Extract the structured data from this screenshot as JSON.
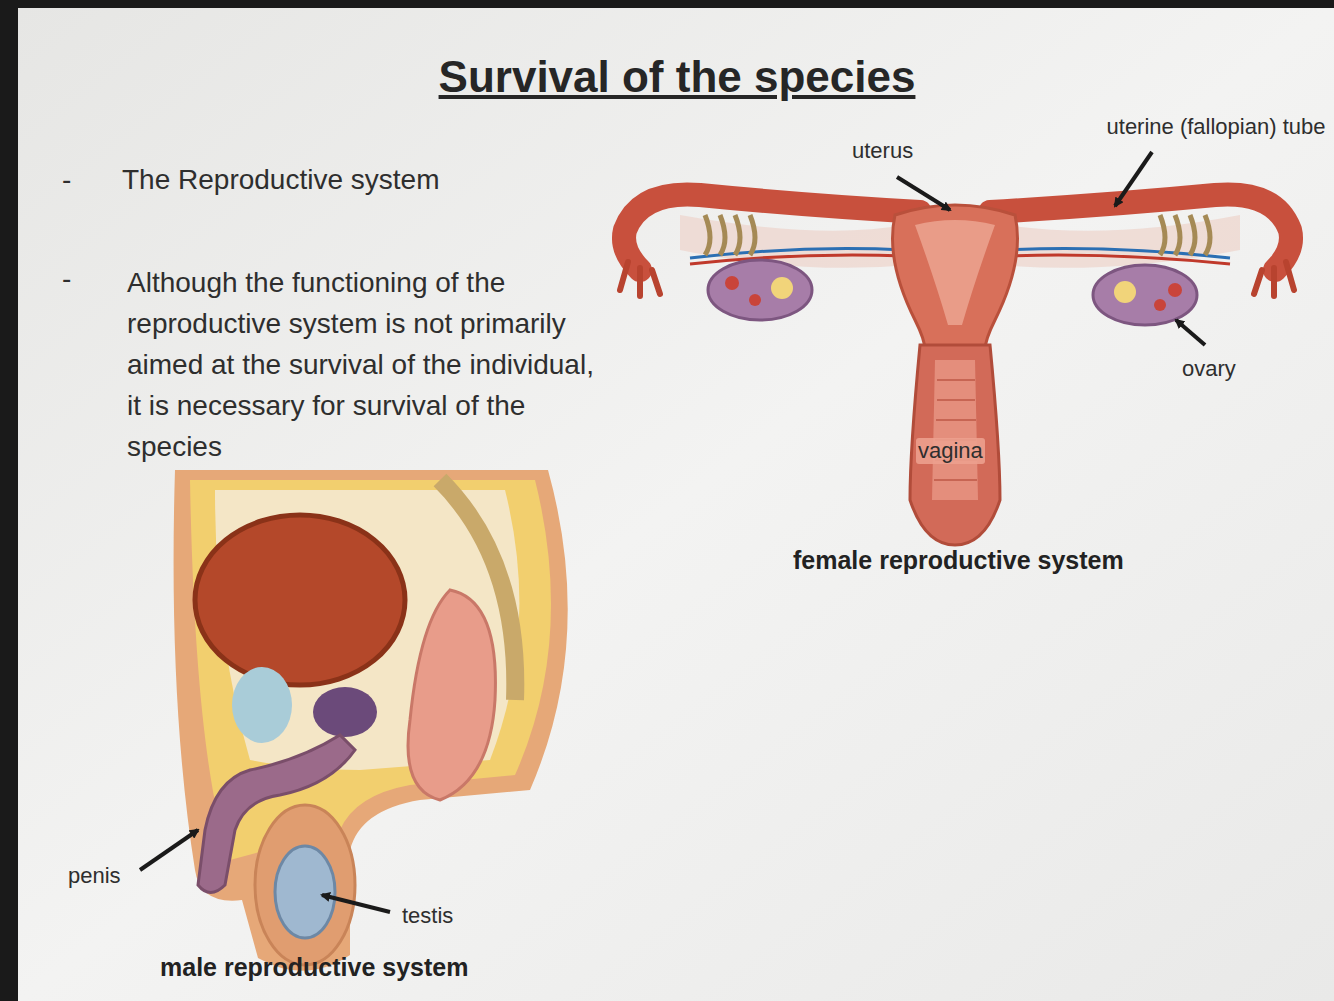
{
  "diagram": {
    "title": "Survival of the species",
    "labels": [
      "-",
      "The Reproductive system",
      "-",
      "Although the functioning of the reproductive system is not primarily aimed at the survival of the individual, it is necessary for survival of the species",
      "uterus",
      "uterine (fallopian) tube",
      "ovary",
      "vagina",
      "female reproductive system",
      "penis",
      "testis",
      "male reproductive system"
    ]
  }
}
